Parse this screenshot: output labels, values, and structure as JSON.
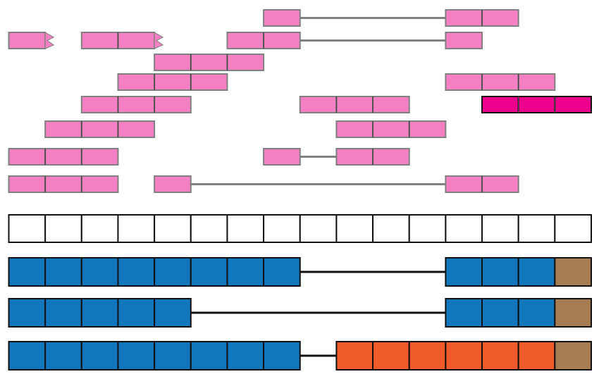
{
  "diagram": {
    "title": "",
    "grid_columns": 16,
    "colors": {
      "read_fill": "#f47fc3",
      "read_stroke": "#808080",
      "highlight_fill": "#ec008c",
      "highlight_stroke": "#111111",
      "reference_fill": "#ffffff",
      "exon_blue": "#1176bc",
      "exon_orange": "#f15a2b",
      "exon_tan": "#a67c52",
      "track_stroke": "#111111",
      "intron_gray": "#808080",
      "intron_black": "#111111"
    },
    "reads": [
      {
        "id": "read-1",
        "row": 0,
        "segments": [
          [
            7,
            1
          ],
          [
            12,
            2
          ]
        ],
        "style": "read"
      },
      {
        "id": "read-2",
        "row": 1,
        "segments": [
          [
            0,
            1
          ]
        ],
        "style": "read",
        "truncated_end": true
      },
      {
        "id": "read-3",
        "row": 1,
        "segments": [
          [
            2,
            2
          ]
        ],
        "style": "read",
        "truncated_end": true
      },
      {
        "id": "read-4",
        "row": 1,
        "segments": [
          [
            6,
            2
          ],
          [
            12,
            1
          ]
        ],
        "style": "read"
      },
      {
        "id": "read-5",
        "row": 2,
        "segments": [
          [
            4,
            3
          ]
        ],
        "style": "read"
      },
      {
        "id": "read-6",
        "row": 3,
        "segments": [
          [
            3,
            3
          ]
        ],
        "style": "read"
      },
      {
        "id": "read-7",
        "row": 3,
        "segments": [
          [
            12,
            3
          ]
        ],
        "style": "read"
      },
      {
        "id": "read-8",
        "row": 4,
        "segments": [
          [
            2,
            3
          ]
        ],
        "style": "read"
      },
      {
        "id": "read-9",
        "row": 4,
        "segments": [
          [
            8,
            3
          ]
        ],
        "style": "read"
      },
      {
        "id": "read-10",
        "row": 4,
        "segments": [
          [
            13,
            3
          ]
        ],
        "style": "highlight"
      },
      {
        "id": "read-11",
        "row": 5,
        "segments": [
          [
            1,
            3
          ]
        ],
        "style": "read"
      },
      {
        "id": "read-12",
        "row": 5,
        "segments": [
          [
            9,
            3
          ]
        ],
        "style": "read"
      },
      {
        "id": "read-13",
        "row": 6,
        "segments": [
          [
            0,
            3
          ]
        ],
        "style": "read"
      },
      {
        "id": "read-14",
        "row": 6,
        "segments": [
          [
            7,
            1
          ],
          [
            9,
            2
          ]
        ],
        "style": "read"
      },
      {
        "id": "read-15",
        "row": 7,
        "segments": [
          [
            0,
            3
          ]
        ],
        "style": "read"
      },
      {
        "id": "read-16",
        "row": 7,
        "segments": [
          [
            4,
            1
          ],
          [
            12,
            2
          ]
        ],
        "style": "read"
      }
    ],
    "reference": {
      "id": "reference-track",
      "columns": 16
    },
    "transcripts": [
      {
        "id": "transcript-1",
        "blocks": [
          {
            "start": 0,
            "cells": [
              "blue",
              "blue",
              "blue",
              "blue",
              "blue",
              "blue",
              "blue",
              "blue"
            ]
          },
          {
            "start": 12,
            "cells": [
              "blue",
              "blue",
              "blue",
              "tan"
            ]
          }
        ]
      },
      {
        "id": "transcript-2",
        "blocks": [
          {
            "start": 0,
            "cells": [
              "blue",
              "blue",
              "blue",
              "blue",
              "blue"
            ]
          },
          {
            "start": 12,
            "cells": [
              "blue",
              "blue",
              "blue",
              "tan"
            ]
          }
        ]
      },
      {
        "id": "transcript-3",
        "blocks": [
          {
            "start": 0,
            "cells": [
              "blue",
              "blue",
              "blue",
              "blue",
              "blue",
              "blue",
              "blue",
              "blue"
            ]
          },
          {
            "start": 9,
            "cells": [
              "orange",
              "orange",
              "orange",
              "orange",
              "orange",
              "orange",
              "tan"
            ]
          }
        ]
      }
    ]
  }
}
